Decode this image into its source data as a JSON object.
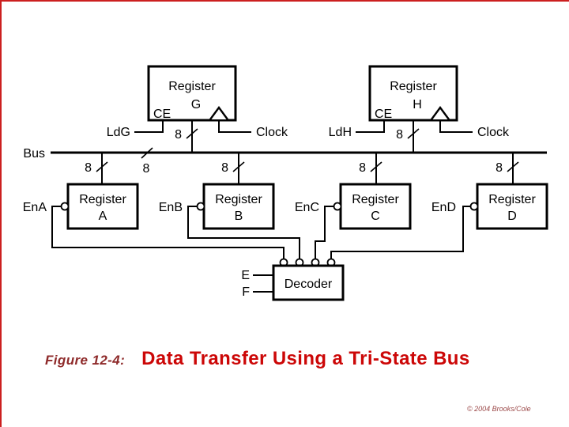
{
  "slide": {
    "figure_label": "Figure 12-4:",
    "title": "Data Transfer Using a Tri-State Bus",
    "copyright": "© 2004 Brooks/Cole"
  },
  "colors": {
    "accent": "#cc0707",
    "figlabel": "#8e2a2a",
    "border": "#cc1f1f",
    "copy": "#9c4a4a"
  },
  "diagram": {
    "bus": {
      "label": "Bus",
      "bits": "8"
    },
    "registers_top": [
      {
        "title": "Register",
        "letter": "G",
        "ce": "CE",
        "load": "LdG",
        "clock": "Clock"
      },
      {
        "title": "Register",
        "letter": "H",
        "ce": "CE",
        "load": "LdH",
        "clock": "Clock"
      }
    ],
    "registers_bottom": [
      {
        "title": "Register",
        "letter": "A",
        "enable": "EnA"
      },
      {
        "title": "Register",
        "letter": "B",
        "enable": "EnB"
      },
      {
        "title": "Register",
        "letter": "C",
        "enable": "EnC"
      },
      {
        "title": "Register",
        "letter": "D",
        "enable": "EnD"
      }
    ],
    "decoder": {
      "label": "Decoder",
      "inputs": [
        "E",
        "F"
      ]
    }
  }
}
